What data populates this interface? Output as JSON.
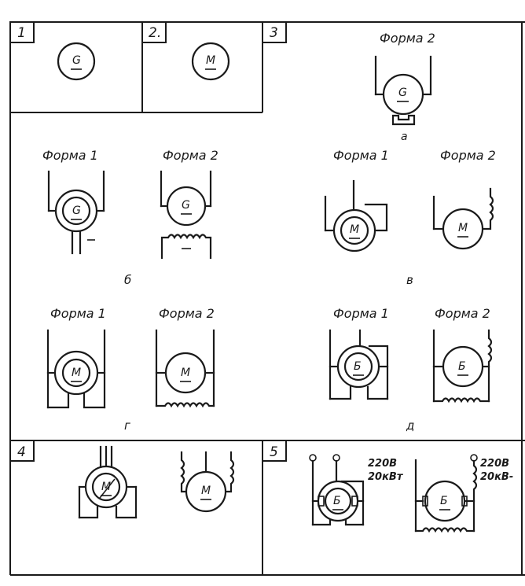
{
  "panels": {
    "p1": {
      "number": "1"
    },
    "p2": {
      "number": "2."
    },
    "p3": {
      "number": "3"
    },
    "p4": {
      "number": "4"
    },
    "p5": {
      "number": "5"
    }
  },
  "forms": {
    "form1": "Форма 1",
    "form2": "Форма 2",
    "form2_cut": "Форма 2"
  },
  "letters": {
    "G": "G",
    "M": "M",
    "Ge": "Б"
  },
  "captions": {
    "a": "а",
    "b": "б",
    "v": "в",
    "g": "г",
    "d": "д"
  },
  "specs": {
    "voltage": "220В",
    "power": "20кВт",
    "voltage2": "220В",
    "power2": "20кВ-"
  }
}
